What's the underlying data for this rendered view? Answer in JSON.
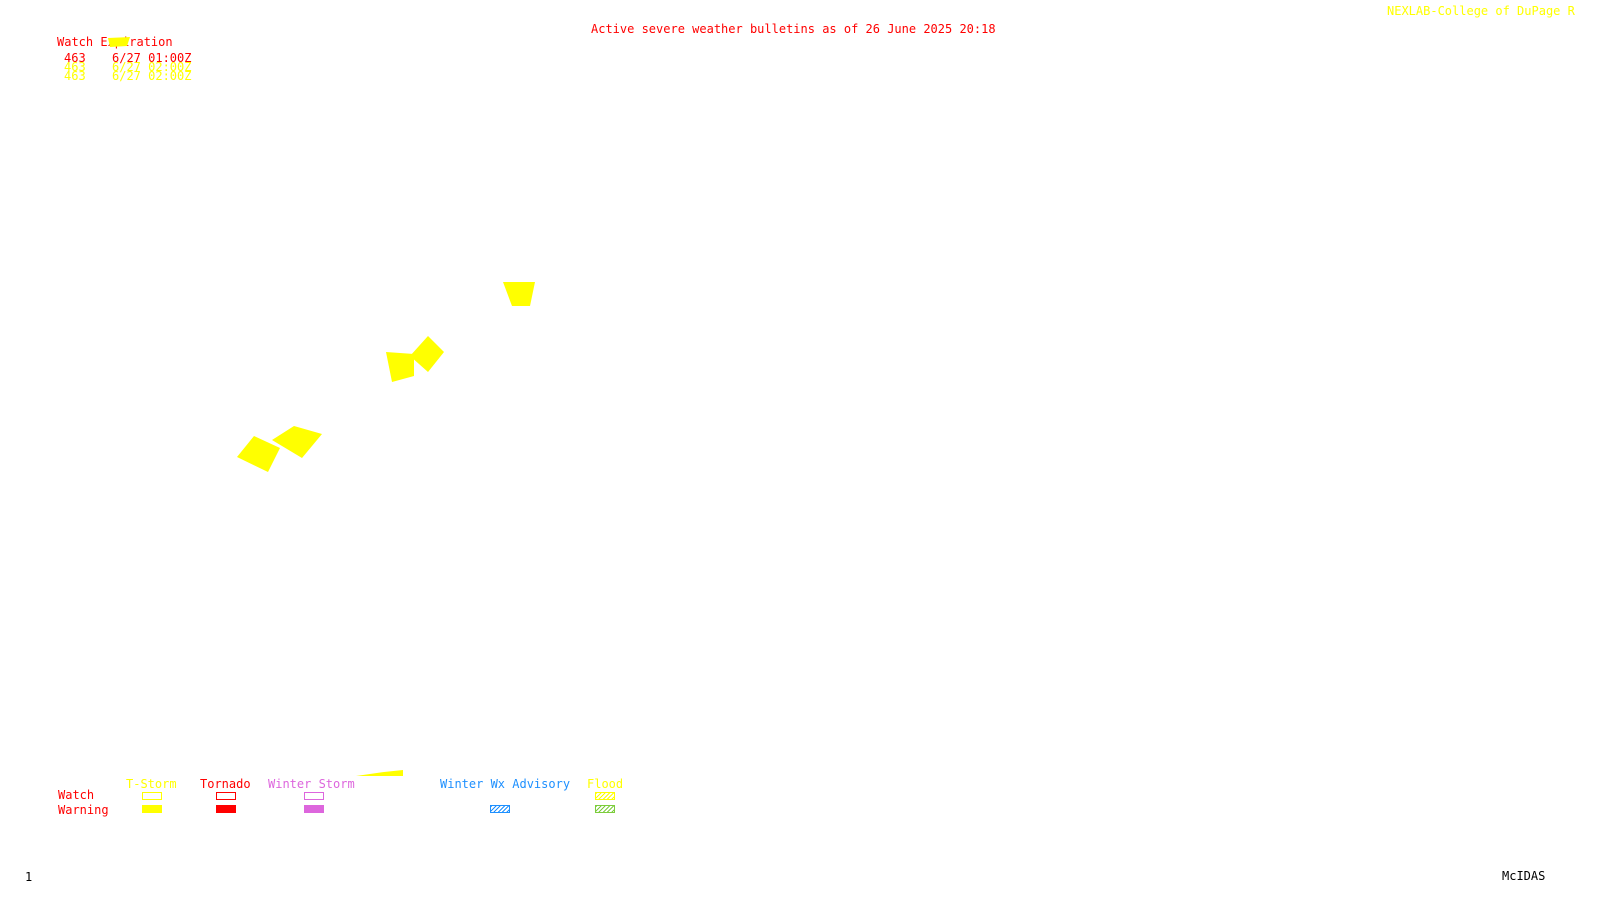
{
  "header": {
    "title": "Active severe weather bulletins as of 26 June 2025 20:18",
    "credit": "NEXLAB-College of DuPage R"
  },
  "watch_table": {
    "heading": "Watch Expiration",
    "rows": [
      {
        "number": "463",
        "expiration": "6/27 01:00Z",
        "color": "#ff0000"
      },
      {
        "number": "463",
        "expiration": "6/27 02:00Z",
        "color": "#ffff00"
      },
      {
        "number": "463",
        "expiration": "6/27 02:00Z",
        "color": "#ffff00"
      }
    ]
  },
  "warnings": [
    {
      "type": "T-Storm",
      "color": "#ffff00"
    },
    {
      "type": "T-Storm",
      "color": "#ffff00"
    },
    {
      "type": "T-Storm",
      "color": "#ffff00"
    },
    {
      "type": "T-Storm",
      "color": "#ffff00"
    },
    {
      "type": "T-Storm",
      "color": "#ffff00"
    },
    {
      "type": "T-Storm",
      "color": "#ffff00"
    },
    {
      "type": "T-Storm",
      "color": "#ffff00"
    }
  ],
  "legend": {
    "row_labels": {
      "watch": "Watch",
      "warning": "Warning"
    },
    "categories": [
      {
        "label": "T-Storm",
        "color": "#ffff00",
        "warning_style": "filled"
      },
      {
        "label": "Tornado",
        "color": "#ff0000",
        "warning_style": "filled"
      },
      {
        "label": "Winter Storm",
        "color": "#dd66dd",
        "warning_style": "filled"
      },
      {
        "label": "Winter Wx Advisory",
        "color": "#1e90ff",
        "warning_style": "hatched"
      },
      {
        "label": "Flood",
        "color": "#ffff00",
        "warning_style": "hatched",
        "warning_color": "#7ccd3c"
      }
    ]
  },
  "footer": {
    "frame_number": "1",
    "software": "McIDAS"
  }
}
